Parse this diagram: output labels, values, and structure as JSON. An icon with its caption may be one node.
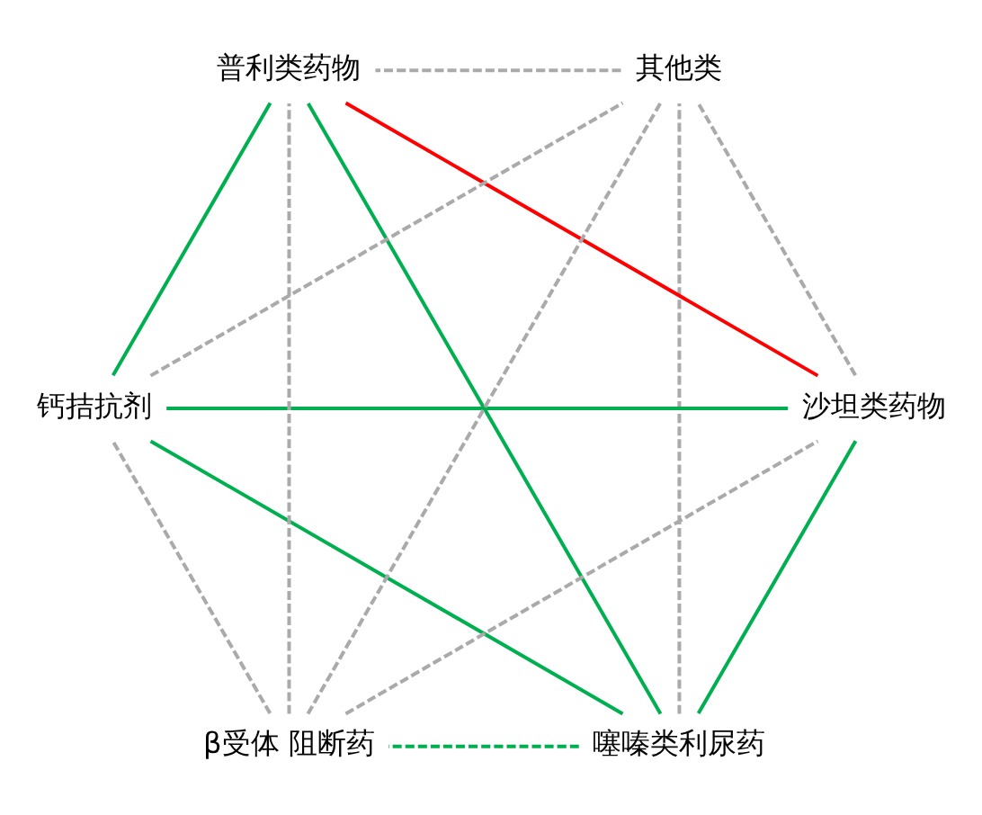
{
  "diagram": {
    "nodes": [
      {
        "text": [
          "噻嗪类利尿药"
        ]
      },
      {
        "text": [
          "β受体 阻断药"
        ]
      },
      {
        "text": [
          "沙坦类药物"
        ]
      },
      {
        "text": [
          "钙拮抗剂"
        ]
      },
      {
        "text": [
          "其他类"
        ]
      },
      {
        "text": [
          "普利类药物"
        ]
      }
    ],
    "edges": [
      {
        "from": 0,
        "to": 1,
        "arrow": "none",
        "style": "dashed",
        "color": "#00b050"
      },
      {
        "from": 0,
        "to": 2,
        "arrow": "none",
        "color": "#00b050"
      },
      {
        "from": 0,
        "to": 3,
        "arrow": "none",
        "color": "#00b050"
      },
      {
        "from": 0,
        "to": 5,
        "arrow": "none",
        "color": "#00b050"
      },
      {
        "from": 0,
        "to": 4,
        "arrow": "none",
        "style": "dashed"
      },
      {
        "from": 1,
        "to": 2,
        "arrow": "none",
        "style": "dashed"
      },
      {
        "from": 1,
        "to": 3,
        "arrow": "none",
        "style": "dashed"
      },
      {
        "from": 1,
        "to": 4,
        "arrow": "none",
        "style": "dashed"
      },
      {
        "from": 1,
        "to": 5,
        "arrow": "none",
        "style": "dashed"
      },
      {
        "from": 2,
        "to": 3,
        "arrow": "none",
        "color": "#00b050"
      },
      {
        "from": 2,
        "to": 5,
        "arrow": "none",
        "color": "#ff0000"
      },
      {
        "from": 2,
        "to": 4,
        "arrow": "none",
        "style": "dashed"
      },
      {
        "from": 3,
        "to": 4,
        "arrow": "none",
        "style": "dashed"
      },
      {
        "from": 3,
        "to": 5,
        "arrow": "none",
        "color": "#00b050"
      },
      {
        "from": 4,
        "to": 5,
        "arrow": "none",
        "style": "dashed"
      }
    ]
  }
}
